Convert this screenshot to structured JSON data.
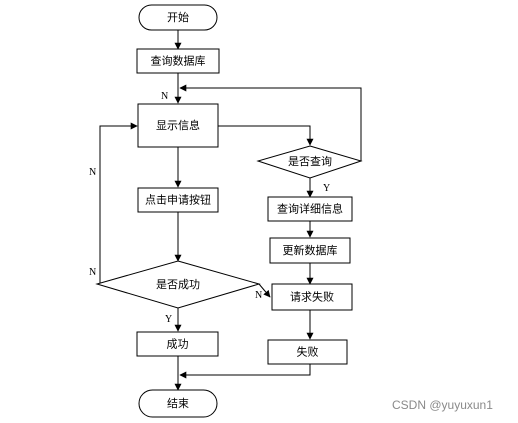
{
  "diagram": {
    "nodes": {
      "start": {
        "label": "开始",
        "shape": "terminal"
      },
      "query_db": {
        "label": "查询数据库",
        "shape": "process"
      },
      "show_info": {
        "label": "显示信息",
        "shape": "process"
      },
      "is_query": {
        "label": "是否查询",
        "shape": "decision"
      },
      "query_detail": {
        "label": "查询详细信息",
        "shape": "process"
      },
      "update_db": {
        "label": "更新数据库",
        "shape": "process"
      },
      "click_apply": {
        "label": "点击申请按钮",
        "shape": "process"
      },
      "is_success": {
        "label": "是否成功",
        "shape": "decision"
      },
      "request_fail": {
        "label": "请求失败",
        "shape": "process"
      },
      "success": {
        "label": "成功",
        "shape": "process"
      },
      "fail": {
        "label": "失败",
        "shape": "process"
      },
      "end": {
        "label": "结束",
        "shape": "terminal"
      }
    },
    "edge_labels": {
      "loop_n": "N",
      "query_y": "Y",
      "retry_n_upper": "N",
      "retry_n_lower": "N",
      "fail_n": "N",
      "success_y": "Y"
    },
    "colors": {
      "stroke": "#000000",
      "background": "#ffffff"
    }
  },
  "watermark": "CSDN @yuyuxun1"
}
